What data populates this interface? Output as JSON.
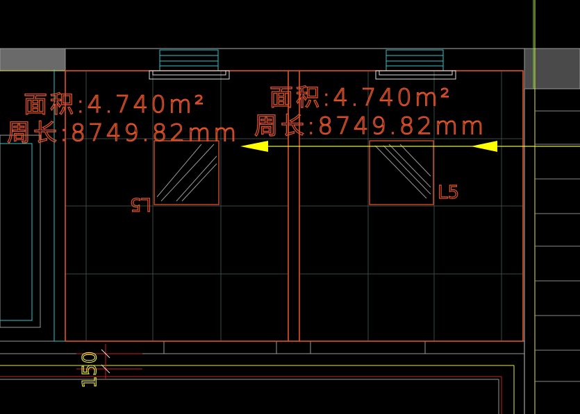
{
  "rooms": [
    {
      "area_label": "面积:4.740m²",
      "perimeter_label": "周长:8749.82mm",
      "tag": "L5",
      "tag_mirrored": true
    },
    {
      "area_label": "面积:4.740m²",
      "perimeter_label": "周长:8749.82mm",
      "tag": "L5",
      "tag_mirrored": false
    }
  ],
  "dimension": {
    "value": "150"
  },
  "colors": {
    "background": "#000000",
    "room_outline": "#e0522a",
    "text": "#e0522a",
    "wall_gray": "#9a9a9a",
    "cyan": "#2fc9c9",
    "yellow": "#e8e84a",
    "red_line": "#c82020",
    "grid": "#3a4a44",
    "arrow": "#ffff00"
  }
}
